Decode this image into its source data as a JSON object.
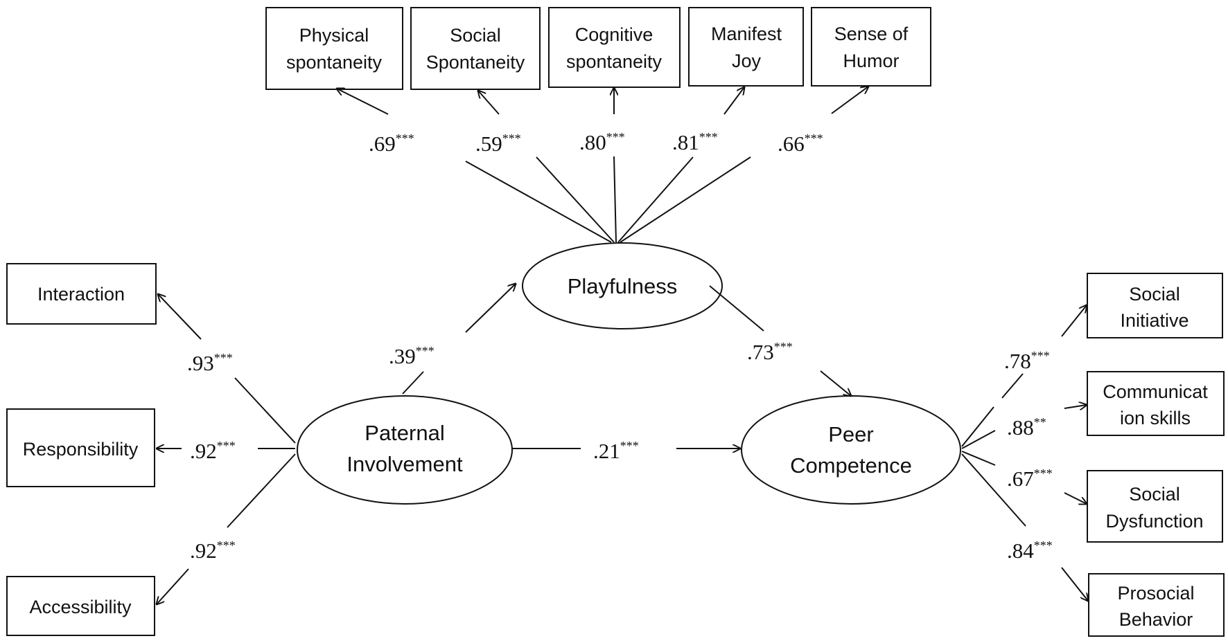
{
  "latent": {
    "playfulness": "Playfulness",
    "paternal": [
      "Paternal",
      "Involvement"
    ],
    "peer": [
      "Peer",
      "Competence"
    ]
  },
  "indicators": {
    "physical": [
      "Physical",
      "spontaneity"
    ],
    "social_spont": [
      "Social",
      "Spontaneity"
    ],
    "cognitive": [
      "Cognitive",
      "spontaneity"
    ],
    "joy": [
      "Manifest",
      "Joy"
    ],
    "humor": [
      "Sense of",
      "Humor"
    ],
    "interaction": "Interaction",
    "responsibility": "Responsibility",
    "accessibility": "Accessibility",
    "social_initiative": [
      "Social",
      "Initiative"
    ],
    "communication": [
      "Communicat",
      "ion skills"
    ],
    "social_dysfunction": [
      "Social",
      "Dysfunction"
    ],
    "prosocial": [
      "Prosocial",
      "Behavior"
    ]
  },
  "coefficients": {
    "physical": {
      "value": ".69",
      "sig": "***"
    },
    "social_spont": {
      "value": ".59",
      "sig": "***"
    },
    "cognitive": {
      "value": ".80",
      "sig": "***"
    },
    "joy": {
      "value": ".81",
      "sig": "***"
    },
    "humor": {
      "value": ".66",
      "sig": "***"
    },
    "interaction": {
      "value": ".93",
      "sig": "***"
    },
    "responsibility": {
      "value": ".92",
      "sig": "***"
    },
    "accessibility": {
      "value": ".92",
      "sig": "***"
    },
    "pi_play": {
      "value": ".39",
      "sig": "***"
    },
    "play_peer": {
      "value": ".73",
      "sig": "***"
    },
    "pi_peer": {
      "value": ".21",
      "sig": "***"
    },
    "social_initiative": {
      "value": ".78",
      "sig": "***"
    },
    "communication": {
      "value": ".88",
      "sig": "**"
    },
    "social_dysfunction": {
      "value": ".67",
      "sig": "***"
    },
    "prosocial": {
      "value": ".84",
      "sig": "***"
    }
  }
}
